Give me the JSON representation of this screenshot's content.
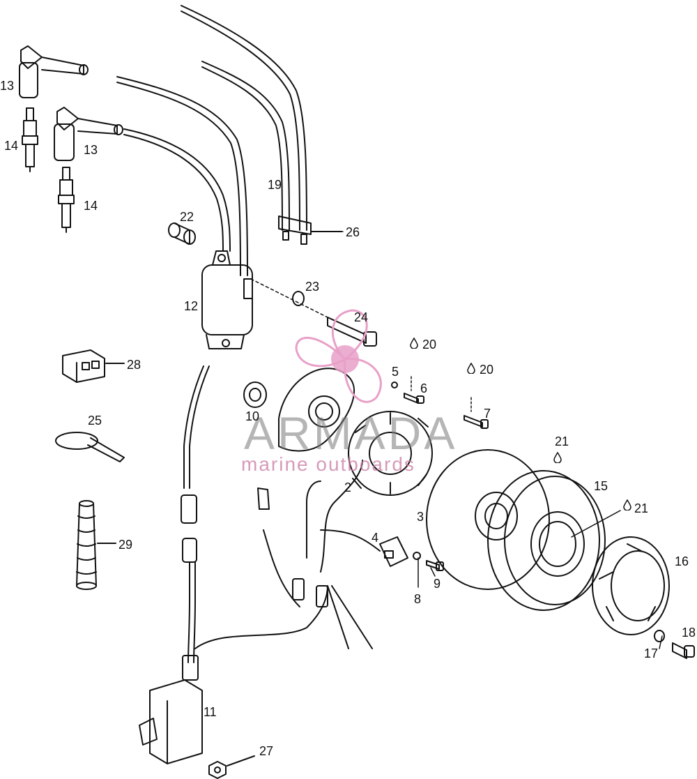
{
  "callouts": {
    "c2": "2",
    "c3": "3",
    "c4": "4",
    "c5": "5",
    "c6": "6",
    "c7": "7",
    "c8": "8",
    "c9": "9",
    "c10": "10",
    "c11": "11",
    "c12": "12",
    "c13a": "13",
    "c13b": "13",
    "c14a": "14",
    "c14b": "14",
    "c15": "15",
    "c16": "16",
    "c17": "17",
    "c18": "18",
    "c19": "19",
    "c20a": "20",
    "c20b": "20",
    "c21a": "21",
    "c21b": "21",
    "c22": "22",
    "c23": "23",
    "c24": "24",
    "c25": "25",
    "c26": "26",
    "c27": "27",
    "c28": "28",
    "c29": "29"
  },
  "watermark": {
    "title": "ARMADA",
    "subtitle": "marine outboards",
    "brand_color": "#e8a0c8"
  }
}
